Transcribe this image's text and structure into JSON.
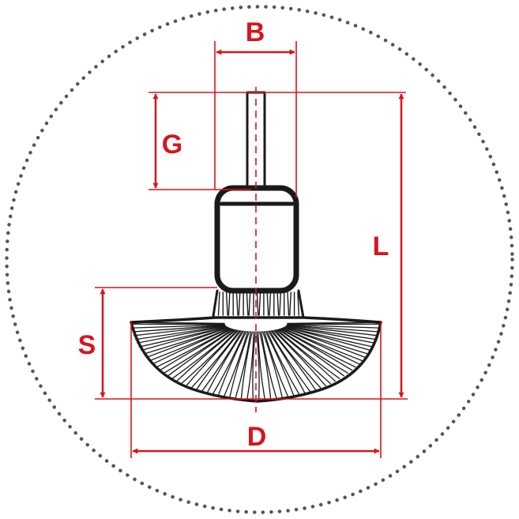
{
  "colors": {
    "dimension": "#d9141b",
    "outline": "#1a1a1a",
    "border_dots": "#555555",
    "background": "#ffffff"
  },
  "labels": {
    "B": "B",
    "G": "G",
    "L": "L",
    "S": "S",
    "D": "D"
  },
  "icon": "cup-wire-brush-with-shank"
}
